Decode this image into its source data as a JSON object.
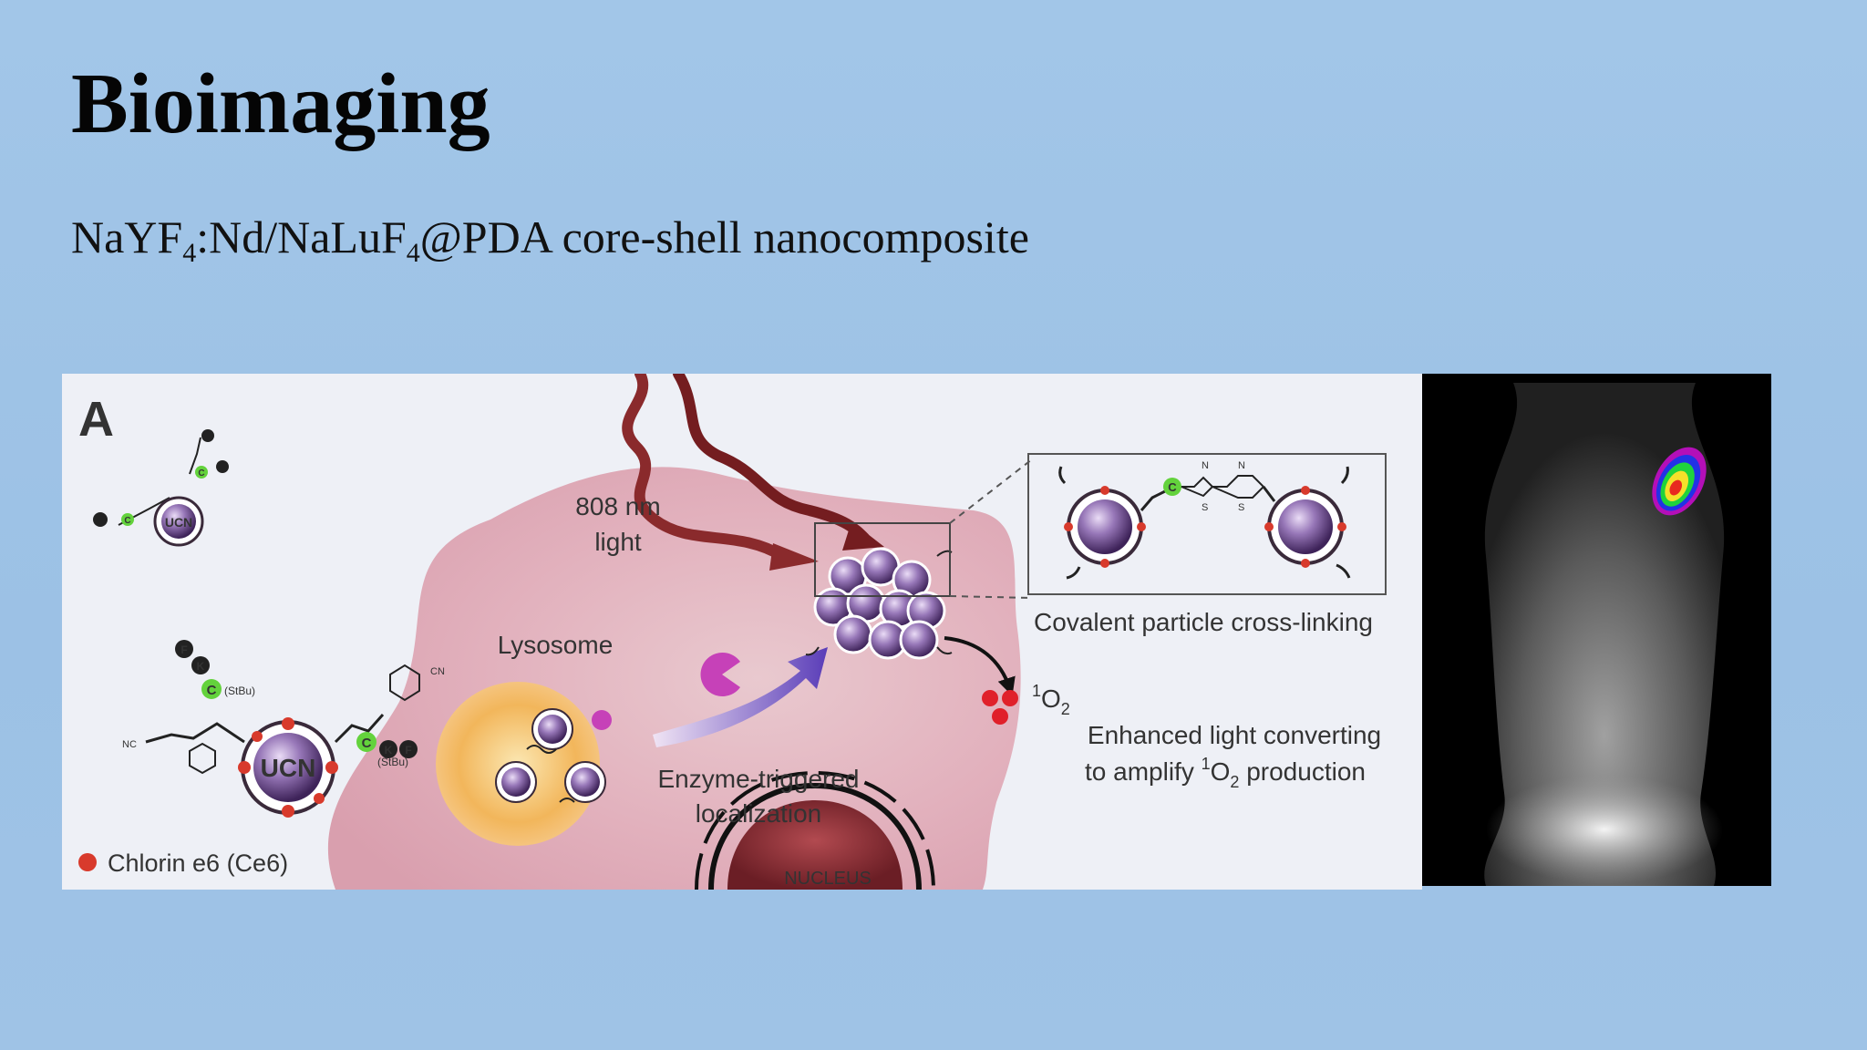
{
  "slide": {
    "title": "Bioimaging",
    "subtitle": {
      "p1": "NaYF",
      "s1": "4",
      "p2": ":Nd/NaLuF",
      "s2": "4",
      "p3": "@PDA  core-shell nanocomposite"
    }
  },
  "figure": {
    "panel_letter": "A",
    "light_line1": "808 nm",
    "light_line2": "light",
    "lysosome": "Lysosome",
    "enzyme_line1": "Enzyme-triggered",
    "enzyme_line2": "localization",
    "crosslink": "Covalent particle cross-linking",
    "singlet_sup": "1",
    "singlet_main": "O",
    "singlet_sub": "2",
    "enhanced_line1": "Enhanced light converting",
    "enhanced_line2_a": "to amplify ",
    "enhanced_line2_sup": "1",
    "enhanced_line2_b": "O",
    "enhanced_line2_sub": "2",
    "enhanced_line2_c": " production",
    "legend": "Chlorin e6 (Ce6)",
    "nucleus": "NUCLEUS",
    "ucn_label": "UCN",
    "sub_stbu": "(StBu)",
    "cn": "CN",
    "nc": "NC",
    "atom_n": "N",
    "atom_s": "S",
    "atom_c": "C",
    "atom_k": "K",
    "atom_f": "F"
  },
  "colors": {
    "background": "#9fc3e6",
    "cell": "#e7b9c4",
    "arrow": "#7a1a1c",
    "particle": "#8a6aa6",
    "ce6": "#d83a2c",
    "enzyme": "#c641b8",
    "linker": "#59d639"
  }
}
